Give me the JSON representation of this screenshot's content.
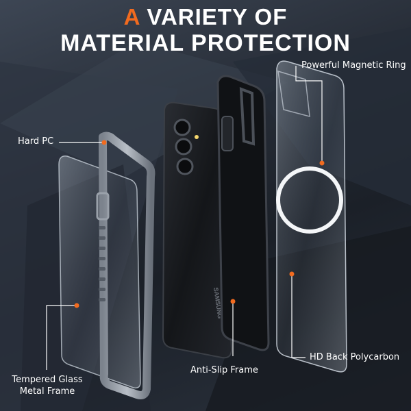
{
  "headline": {
    "line1_accent": "A",
    "line1_rest": " VARIETY OF",
    "line2": "MATERIAL PROTECTION"
  },
  "callouts": {
    "hard_pc": "Hard PC",
    "magnetic_ring": "Powerful Magnetic Ring",
    "tempered_glass_l1": "Tempered Glass",
    "tempered_glass_l2": "Metal Frame",
    "anti_slip": "Anti-Slip Frame",
    "hd_back": "HD Back Polycarbon"
  },
  "product": {
    "brand_text": "SAMSUNG"
  },
  "colors": {
    "accent": "#f26b1f",
    "text": "#ffffff",
    "background": "#1f252e"
  }
}
